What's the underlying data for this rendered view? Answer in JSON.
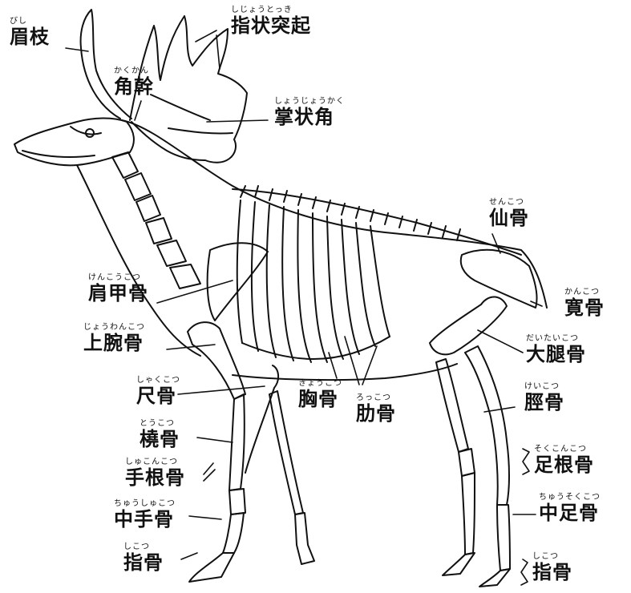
{
  "labels": {
    "bishi": {
      "ruby": "びし",
      "text": "眉枝"
    },
    "shijou": {
      "ruby": "しじょうとっき",
      "text": "指状突起"
    },
    "kakukan": {
      "ruby": "かくかん",
      "text": "角幹"
    },
    "shoujou": {
      "ruby": "しょうじょうかく",
      "text": "掌状角"
    },
    "senkotsu": {
      "ruby": "せんこつ",
      "text": "仙骨"
    },
    "kenkou": {
      "ruby": "けんこうこつ",
      "text": "肩甲骨"
    },
    "kankotsu": {
      "ruby": "かんこつ",
      "text": "寛骨"
    },
    "jouwan": {
      "ruby": "じょうわんこつ",
      "text": "上腕骨"
    },
    "daitai": {
      "ruby": "だいたいこつ",
      "text": "大腿骨"
    },
    "shaku": {
      "ruby": "しゃくこつ",
      "text": "尺骨"
    },
    "kyou": {
      "ruby": "きょうこつ",
      "text": "胸骨"
    },
    "rokkotsu": {
      "ruby": "ろっこつ",
      "text": "肋骨"
    },
    "keikotsu": {
      "ruby": "けいこつ",
      "text": "脛骨"
    },
    "toukotsu": {
      "ruby": "とうこつ",
      "text": "橈骨"
    },
    "sokukon": {
      "ruby": "そくこんこつ",
      "text": "足根骨"
    },
    "shukon": {
      "ruby": "しゅこんこつ",
      "text": "手根骨"
    },
    "chuusoku": {
      "ruby": "ちゅうそくこつ",
      "text": "中足骨"
    },
    "chuushu": {
      "ruby": "ちゅうしゅこつ",
      "text": "中手骨"
    },
    "shikotsu_f": {
      "ruby": "しこつ",
      "text": "指骨"
    },
    "shikotsu_h": {
      "ruby": "しこつ",
      "text": "指骨"
    }
  }
}
